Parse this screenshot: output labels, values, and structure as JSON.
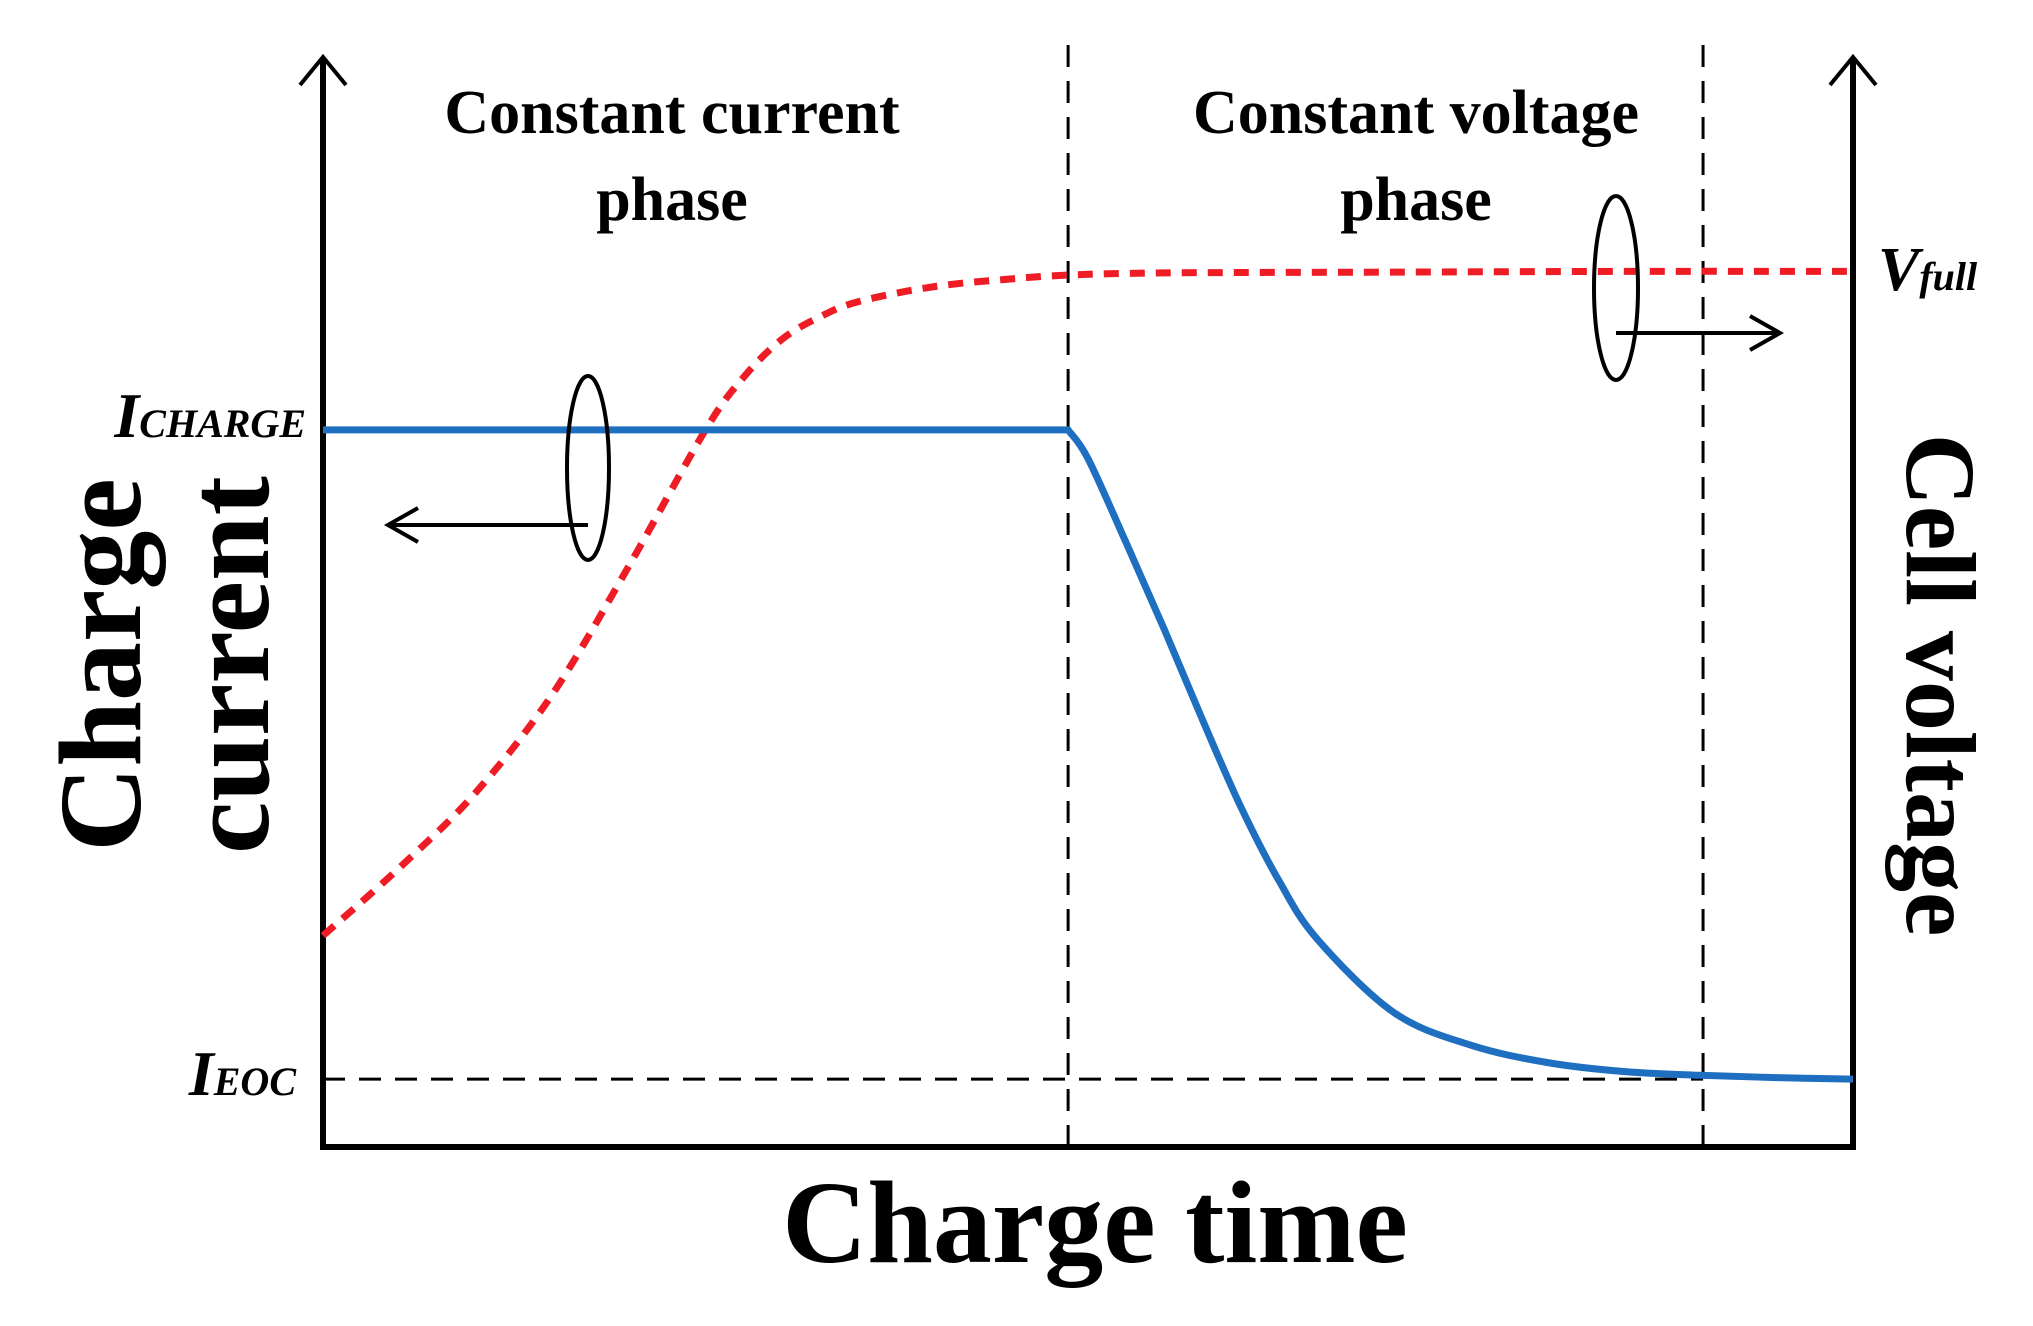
{
  "chart_data": {
    "type": "line",
    "xlabel": "Charge time",
    "ylabel_left": [
      "Charge",
      "current"
    ],
    "ylabel_right": "Cell voltage",
    "phases": [
      {
        "label": [
          "Constant current",
          "phase"
        ]
      },
      {
        "label": [
          "Constant voltage",
          "phase"
        ]
      }
    ],
    "left_ticks": [
      {
        "main": "I",
        "sub": "CHARGE"
      },
      {
        "main": "I",
        "sub": "EOC"
      }
    ],
    "right_ticks": [
      {
        "main": "V",
        "sub": "full"
      }
    ],
    "series": [
      {
        "name": "Charge current",
        "axis": "left",
        "color": "#1f6fc1",
        "style": "solid",
        "x": [
          0.0,
          0.1,
          0.2,
          0.3,
          0.4,
          0.487,
          0.5,
          0.525,
          0.55,
          0.575,
          0.6,
          0.625,
          0.65,
          0.7,
          0.75,
          0.8,
          0.85,
          0.9,
          0.95,
          1.0
        ],
        "y": [
          0.86,
          0.86,
          0.86,
          0.86,
          0.86,
          0.86,
          0.822,
          0.71,
          0.595,
          0.475,
          0.36,
          0.262,
          0.185,
          0.088,
          0.045,
          0.022,
          0.01,
          0.005,
          0.002,
          0.0
        ]
      },
      {
        "name": "Cell voltage",
        "axis": "right",
        "color": "#ee1c25",
        "style": "dashed",
        "x": [
          0.0,
          0.05,
          0.1,
          0.15,
          0.2,
          0.25,
          0.275,
          0.3,
          0.325,
          0.35,
          0.4,
          0.45,
          0.487,
          0.55,
          0.7,
          0.85,
          1.0
        ],
        "y": [
          0.19,
          0.28,
          0.38,
          0.51,
          0.68,
          0.86,
          0.93,
          0.98,
          1.01,
          1.03,
          1.05,
          1.06,
          1.065,
          1.068,
          1.069,
          1.07,
          1.07
        ]
      }
    ],
    "phase_boundaries_x": [
      0.487,
      0.902
    ],
    "ieoc_y": 0.0,
    "icharge_y": 0.86,
    "vfull_y": 1.07,
    "xlim": [
      0,
      1
    ],
    "ylim": [
      -0.09,
      1.35
    ],
    "grid": false,
    "legend": "none"
  }
}
